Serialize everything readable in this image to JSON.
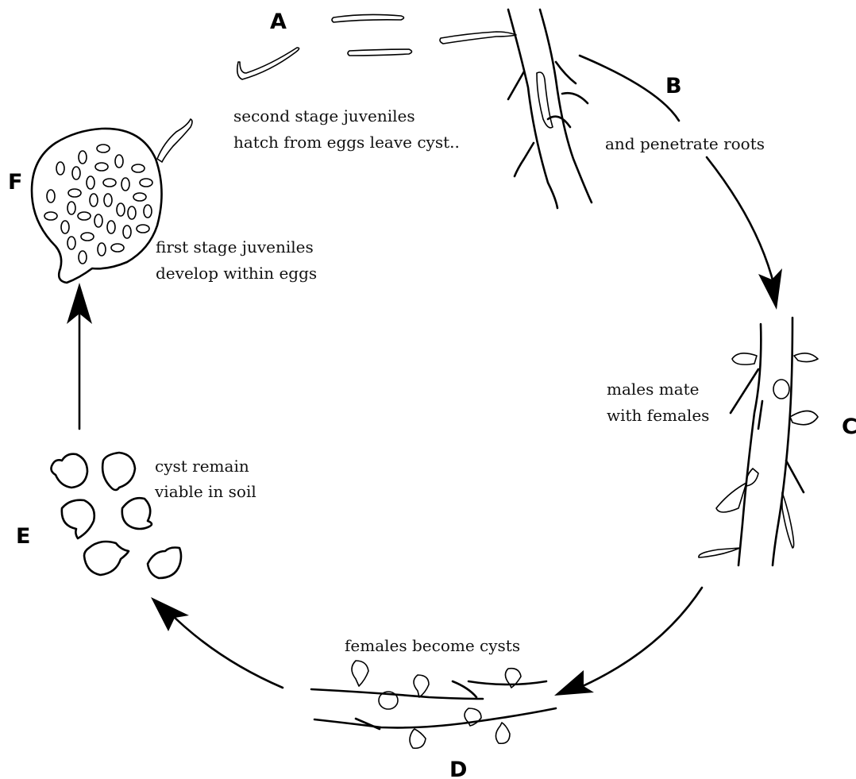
{
  "stages": [
    {
      "letter": "A",
      "caption": [
        "second stage juveniles",
        "hatch from eggs leave cyst.."
      ]
    },
    {
      "letter": "B",
      "caption": [
        "and penetrate roots"
      ]
    },
    {
      "letter": "C",
      "caption": [
        "males mate",
        "with females"
      ]
    },
    {
      "letter": "D",
      "caption": [
        "females become cysts"
      ]
    },
    {
      "letter": "E",
      "caption": [
        "cyst remain",
        "viable in soil"
      ]
    },
    {
      "letter": "F",
      "caption": [
        "first stage juveniles",
        "develop within eggs"
      ]
    }
  ],
  "colors": {
    "ink": "#000000",
    "background": "#ffffff"
  }
}
